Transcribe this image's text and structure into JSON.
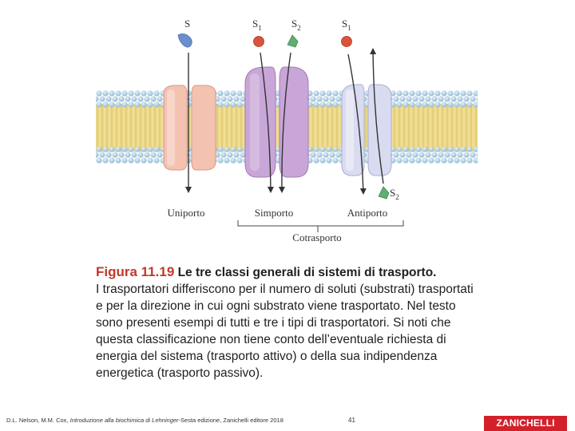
{
  "figure": {
    "solutes": {
      "s": "S",
      "s1_main": "S",
      "s1_sub": "1",
      "s2_main": "S",
      "s2_sub": "2"
    },
    "labels": {
      "uniport": "Uniporto",
      "symport": "Simporto",
      "antiport": "Antiporto",
      "cotransport": "Cotrasporto"
    },
    "colors": {
      "uniport_protein": "#f3c2b1",
      "symport_protein": "#c9a6d8",
      "antiport_protein": "#d9dcf0",
      "membrane_lipid": "#ecd98a",
      "lipid_head": "#a8cbe0",
      "solute_s": "#6b8fcc",
      "solute_s1": "#d9533c",
      "solute_s2": "#5fae72"
    }
  },
  "caption": {
    "figure_number": "Figura 11.19",
    "title": "Le tre classi generali di sistemi di trasporto.",
    "body": "I trasportatori differiscono per il numero di soluti (substrati) trasportati e per la direzione in cui ogni substrato viene trasportato. Nel testo sono presenti esempi di tutti e tre i tipi di trasportatori. Si noti che questa classificazione non tiene conto dell’eventuale richiesta di energia del sistema (trasporto attivo) o della sua indipendenza energetica (trasporto passivo)."
  },
  "footer": {
    "credit_prefix": "D.L. Nelson, M.M. Cox, ",
    "credit_title": "Introduzione alla biochimica di Lehninger",
    "credit_suffix": "-Sesta edizione, Zanichelli editore 2018",
    "page_number": "41",
    "publisher": "ZANICHELLI"
  }
}
